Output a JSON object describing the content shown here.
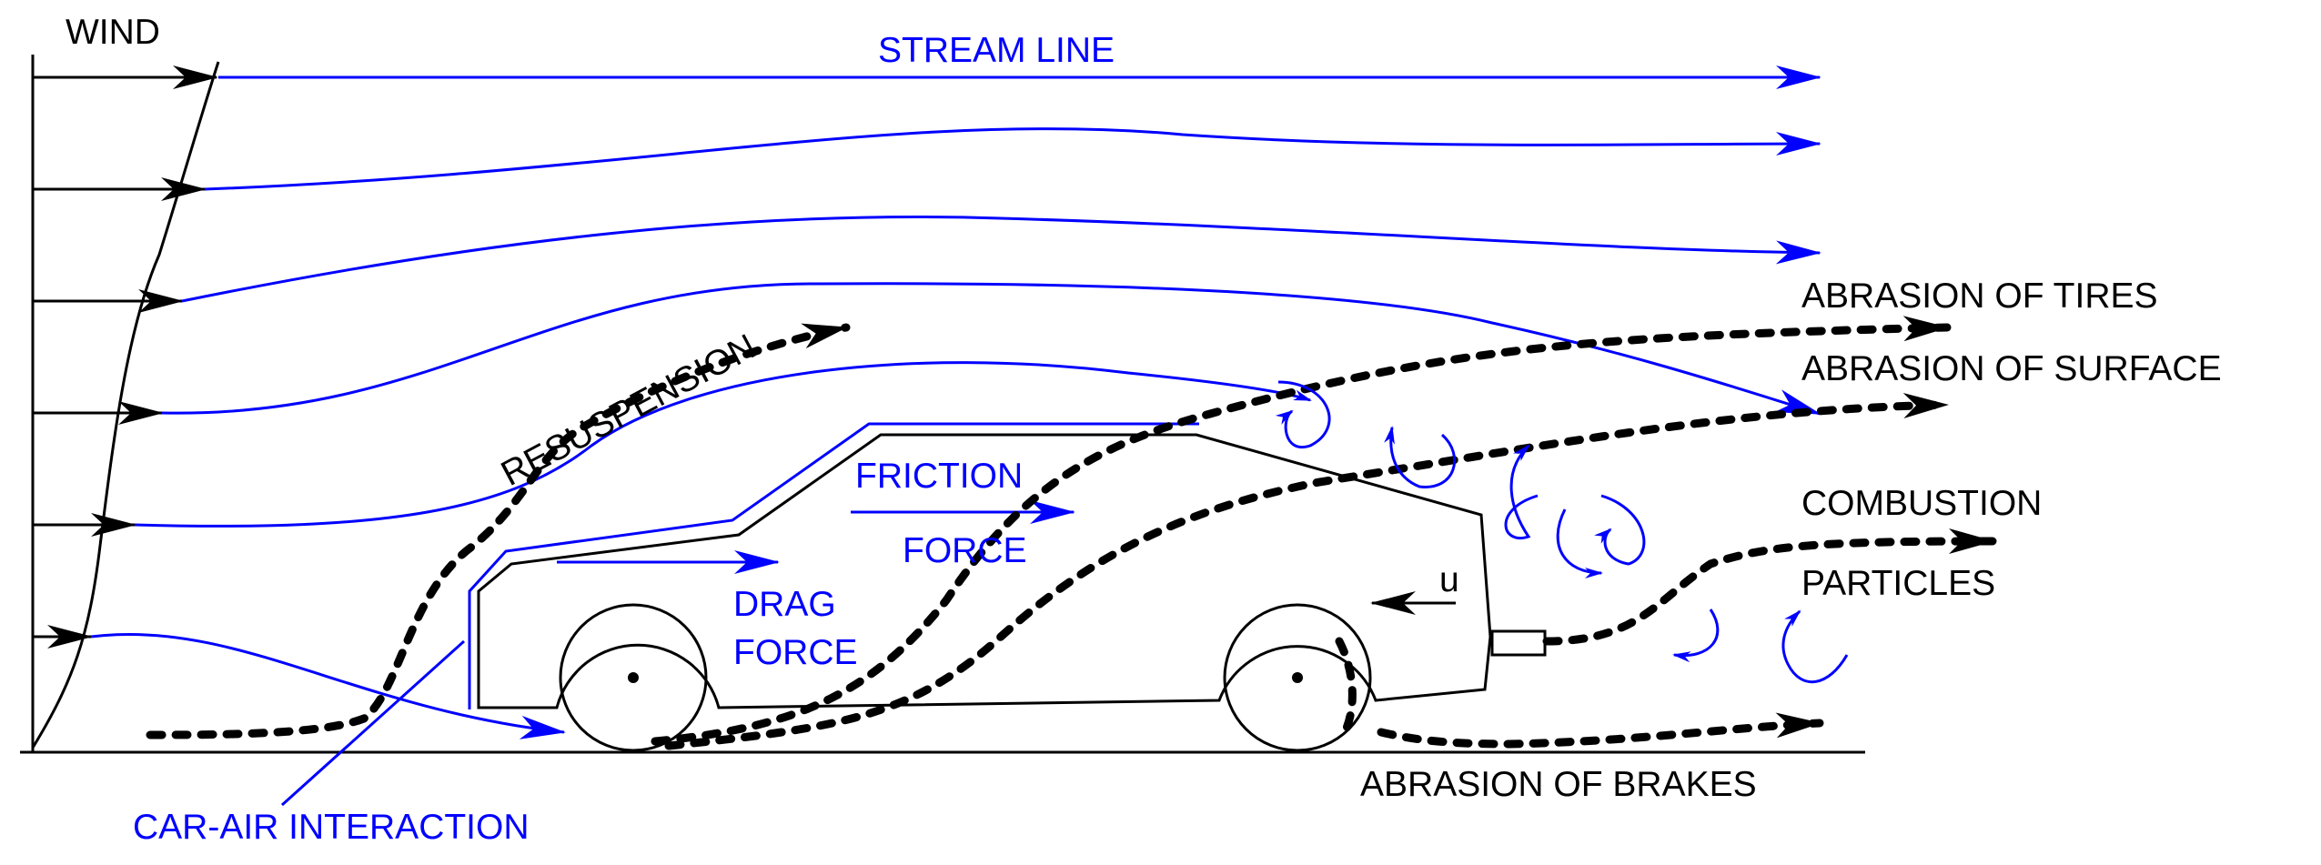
{
  "labels": {
    "wind": "WIND",
    "stream_line": "STREAM LINE",
    "resuspension": "RESUSPENSION",
    "friction_force_1": "FRICTION",
    "friction_force_2": "FORCE",
    "drag_force_1": "DRAG",
    "drag_force_2": "FORCE",
    "velocity": "u",
    "abrasion_tires": "ABRASION OF TIRES",
    "abrasion_surface": "ABRASION OF SURFACE",
    "combustion_1": "COMBUSTION",
    "combustion_2": "PARTICLES",
    "abrasion_brakes": "ABRASION OF BRAKES",
    "car_air_interaction": "CAR-AIR INTERACTION"
  },
  "colors": {
    "flow": "#0000ff",
    "outline": "#000000",
    "particles": "#000000"
  }
}
